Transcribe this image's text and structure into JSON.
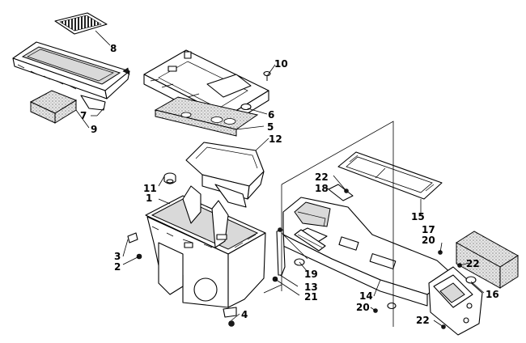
{
  "callouts": [
    {
      "id": "c8",
      "label": "8"
    },
    {
      "id": "c7",
      "label": "7"
    },
    {
      "id": "c9",
      "label": "9"
    },
    {
      "id": "c10",
      "label": "10"
    },
    {
      "id": "c6",
      "label": "6"
    },
    {
      "id": "c5",
      "label": "5"
    },
    {
      "id": "c12",
      "label": "12"
    },
    {
      "id": "c11",
      "label": "11"
    },
    {
      "id": "c1",
      "label": "1"
    },
    {
      "id": "c3",
      "label": "3"
    },
    {
      "id": "c2",
      "label": "2"
    },
    {
      "id": "c4",
      "label": "4"
    },
    {
      "id": "c22a",
      "label": "22"
    },
    {
      "id": "c18",
      "label": "18"
    },
    {
      "id": "c15",
      "label": "15"
    },
    {
      "id": "c17",
      "label": "17"
    },
    {
      "id": "c20a",
      "label": "20"
    },
    {
      "id": "c22b",
      "label": "22"
    },
    {
      "id": "c19",
      "label": "19"
    },
    {
      "id": "c13",
      "label": "13"
    },
    {
      "id": "c21",
      "label": "21"
    },
    {
      "id": "c16",
      "label": "16"
    },
    {
      "id": "c14",
      "label": "14"
    },
    {
      "id": "c20b",
      "label": "20"
    },
    {
      "id": "c22c",
      "label": "22"
    }
  ]
}
